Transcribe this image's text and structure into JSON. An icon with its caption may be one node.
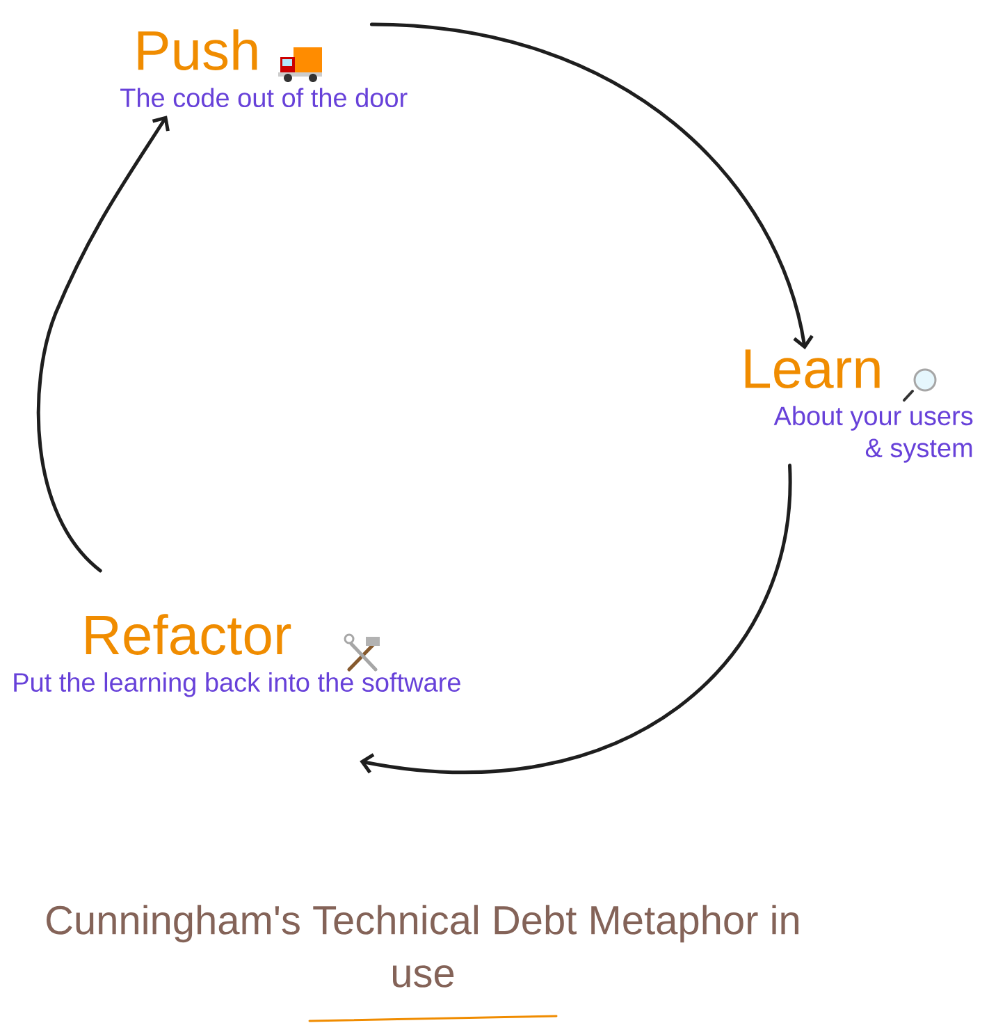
{
  "diagram": {
    "title": "Cunningham's Technical Debt Metaphor in use",
    "nodes": [
      {
        "text": [
          "Push",
          "The code out of the door"
        ]
      },
      {
        "text": [
          "Learn",
          "About your users & system"
        ]
      },
      {
        "text": [
          "Refactor",
          "Put the learning back into the software"
        ]
      }
    ],
    "edges": [
      {
        "from": 0,
        "to": 1,
        "arrow": "to"
      },
      {
        "from": 1,
        "to": 2,
        "arrow": "to"
      },
      {
        "from": 2,
        "to": 0,
        "arrow": "to"
      }
    ]
  }
}
